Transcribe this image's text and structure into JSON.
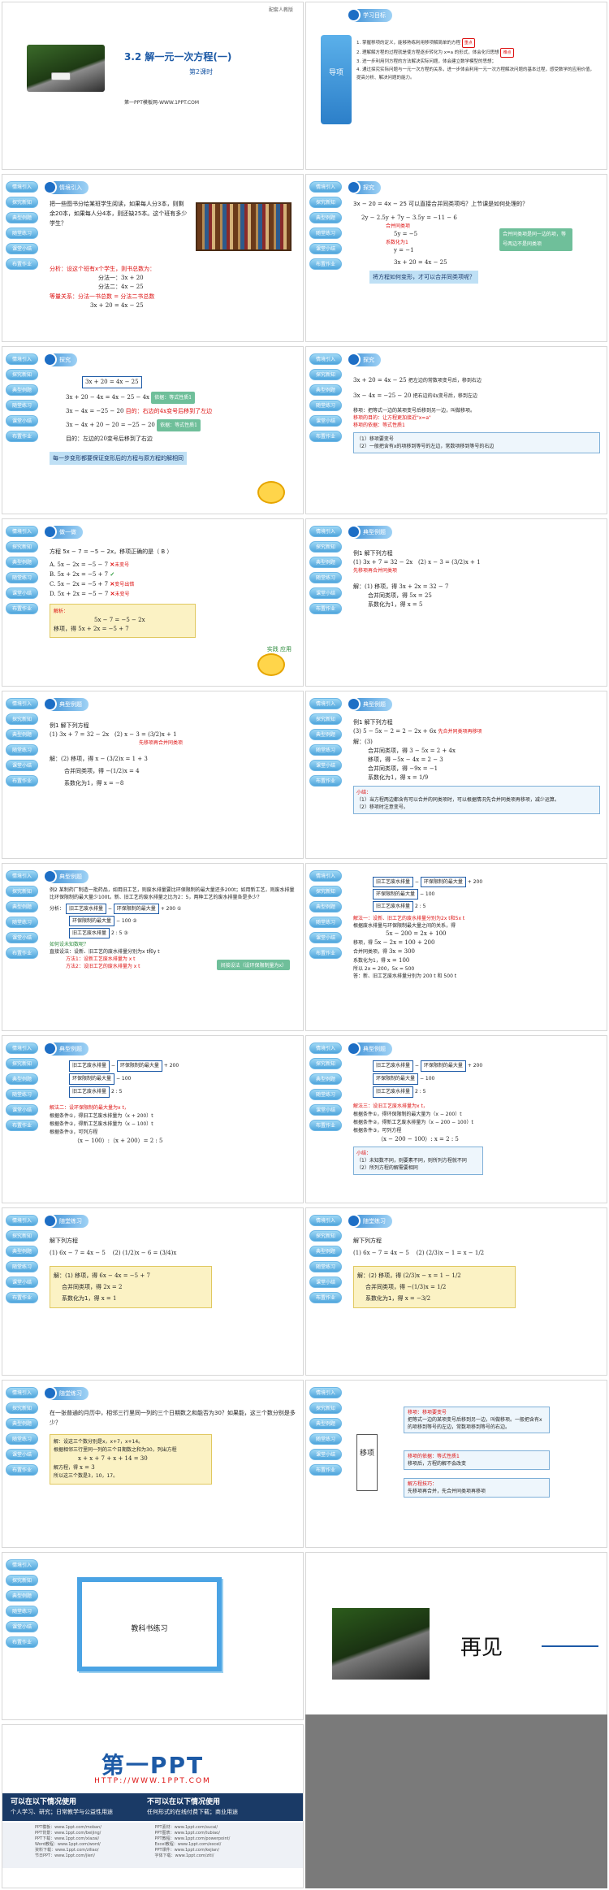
{
  "slide1": {
    "tag": "配套人教版",
    "title": "3.2 解一元一次方程(一)",
    "subtitle": "第2课时",
    "url": "第一PPT模板网-WWW.1PPT.COM"
  },
  "slide2": {
    "section": "学习目标",
    "label": "导项",
    "goals": [
      "1. 掌握移项的定义，能够熟练利用移项解简单的方程",
      "2. 理解解方程的过程就是使方程逐步转化为 x=a 的形式，体会化归思想",
      "3. 进一步利用列方程的方法解决实际问题，体会建立数学模型的思想；",
      "4. 通过探究实际问题与一元一次方程的关系，进一步体会利用一元一次方程解决问题的基本过程，感受数学的应用价值，提高分析、解决问题的能力。"
    ],
    "badge1": "重点",
    "badge2": "难点"
  },
  "tabs": [
    "情境引入",
    "探究新知",
    "典型例题",
    "随堂练习",
    "课堂小结",
    "布置作业"
  ],
  "slide3": {
    "section": "情境引入",
    "text": "把一些图书分给某班学生阅读，如果每人分3本，则剩余20本，如果每人分4本，则还缺25本。这个班有多少学生？",
    "analysis": "分析：设这个班有x个学生，则书总数为：",
    "m1": "分法一：3x + 20",
    "m2": "分法二：4x − 25",
    "rel": "等量关系：分法一书总数 = 分法二书总数",
    "eq": "3x + 20 = 4x − 25"
  },
  "slide4": {
    "section": "探究",
    "q": "3x − 20 = 4x − 25 可以直接合并同类项吗？上节课是如何处理的？",
    "l1": "2y − 2.5y + 7y − 3.5y = −11 − 6",
    "l2": "合并同类项",
    "l3": "5y = −5",
    "l4": "系数化为1",
    "l5": "y = −1",
    "note": "合并同类项是同一边的项，等号两边不是同类项",
    "l6": "3x + 20 = 4x − 25",
    "ask": "将方程如何变形，才可以合并同类项呢？"
  },
  "slide5": {
    "section": "探究",
    "l1": "3x + 20 = 4x − 25",
    "l2": "3x + 20 − 4x = 4x − 25 − 4x",
    "t2": "依据：等式性质1",
    "l3": "3x − 4x = −25 − 20",
    "g1": "目的：右边的4x变号后移到了左边",
    "l4": "3x − 4x + 20 − 20 = −25 − 20",
    "t4": "依据：等式性质1",
    "g2": "目的：左边的20变号后移到了右边",
    "foot": "每一步变形都要保证变形后的方程与原方程的解相同"
  },
  "slide6": {
    "section": "探究",
    "a1": "3x + 20 = 4x − 25",
    "a2": "3x − 4x = −25 − 20",
    "c1": "把左边的常数项变号后，移到右边",
    "c2": "把右边的4x变号后，移到左边",
    "def": "移项：把等式一边的某项变号后移到另一边，叫做移项。",
    "purpose": "移项的目的：让方程更加接近\"x=a\"",
    "basis": "移项的依据：等式性质1",
    "n1": "（1）移项要变号",
    "n2": "（2）一般把含有x的项移到等号的左边，常数项移到等号的右边"
  },
  "slide7": {
    "section": "做一做",
    "q": "方程 5x − 7 = −5 − 2x，移项正确的是（ B ）",
    "A": "A. 5x − 2x = −5 − 7",
    "B": "B. 5x + 2x = −5 + 7",
    "C": "C. 5x − 2x = −5 + 7",
    "D": "D. 5x + 2x = −5 − 7",
    "mA": "未变号",
    "mC": "变号出错",
    "mD": "未变号",
    "analysis": "解析：",
    "e1": "5x − 7 = −5 − 2x",
    "e2": "5x + 2x = −5 + 7",
    "move": "移项，得",
    "sticker": "实践 应用"
  },
  "slide8": {
    "section": "典型例题",
    "q": "例1 解下列方程",
    "p1": "(1) 3x + 7 = 32 − 2x",
    "p2": "(2) x − 3 = (3/2)x + 1",
    "hint": "先移项再合并同类项",
    "sol": "解：(1) 移项，得 3x + 2x = 32 − 7",
    "c1": "合并同类项，得",
    "r1": "5x = 25",
    "c2": "系数化为1，得",
    "r2": "x = 5"
  },
  "slide9": {
    "section": "典型例题",
    "q": "例1 解下列方程",
    "p1": "(1) 3x + 7 = 32 − 2x",
    "p2": "(2) x − 3 = (3/2)x + 1",
    "hint": "先移项再合并同类项",
    "sol": "解：(2) 移项，得 x − (3/2)x = 1 + 3",
    "c1": "合并同类项，得",
    "r1": "−(1/2)x = 4",
    "c2": "系数化为1，得",
    "r2": "x = −8"
  },
  "slide10": {
    "section": "典型例题",
    "q": "例1 解下列方程",
    "p3": "(3) 5 − 5x − 2 = 2 − 2x + 6x",
    "hint": "先合并同类项再移项",
    "sol": "解：(3)",
    "c0": "合并同类项，得",
    "r0": "3 − 5x = 2 + 4x",
    "c1": "移项，得",
    "r1": "−5x − 4x = 2 − 3",
    "c2": "合并同类项，得",
    "r2": "−9x = −1",
    "c3": "系数化为1，得",
    "r3": "x = 1/9",
    "n0": "小结：",
    "n1": "（1）当方程两边都含有可以合并的同类项时，可以根据情况先合并同类项再移项，减少运算。",
    "n2": "（2）移项时注意变号。"
  },
  "slide11": {
    "section": "典型例题",
    "q": "例2 某制药厂制造一批药品，如用旧工艺，则废水排量要比环保限制的最大量还多200t；如用新工艺，则废水排量比环保限制的最大量少100t。新、旧工艺的废水排量之比为2：5，两种工艺的废水排量各是多少？",
    "a0": "分析：",
    "b1": "旧工艺废水排量",
    "b2": "环保限制的最大量",
    "r1": "+ 200",
    "r2": "− 100",
    "r3": "2 : 5",
    "n1": "①",
    "n2": "②",
    "n3": "③",
    "set": "如何设未知数呢？",
    "direct": "直接设法：设新、旧工艺的废水排量分别为x t和y t",
    "way1": "方法1：设新工艺废水排量为 x t",
    "way2": "方法2：设旧工艺的废水排量为 x t",
    "bubble": "间接设法（设环保限制量为x）"
  },
  "slide12": {
    "section": "典型例题",
    "solve": "解法一：设新、旧工艺的废水排量分别为2x t和5x t",
    "s1": "根据废水排量与环保限制最大量之间的关系，得",
    "s2": "5x − 200 = 2x + 100",
    "s3": "移项，得",
    "s4": "5x − 2x = 100 + 200",
    "s5": "合并同类项，得",
    "s6": "3x = 300",
    "s7": "系数化为1，得",
    "s8": "x = 100",
    "s9": "所以 2x = 200，5x = 500",
    "s10": "答：新、旧工艺废水排量分别为 200 t 和 500 t"
  },
  "slide13": {
    "section": "典型例题",
    "solve": "解法二：设环保限制的最大量为x t，",
    "s1": "根据条件①，得旧工艺废水排量为（x + 200）t",
    "s2": "根据条件②，得新工艺废水排量为（x − 100）t",
    "s3": "根据条件③，可列方程",
    "s4": "（x − 100）:（x + 200）= 2 : 5"
  },
  "slide14": {
    "section": "典型例题",
    "solve": "解法三：设旧工艺废水排量为x t，",
    "s1": "根据条件①，得环保限制的最大量为（x − 200）t",
    "s2": "根据条件②，得新工艺废水排量为（x − 200 − 100）t",
    "s3": "根据条件③，可列方程",
    "s4": "（x − 200 − 100）: x = 2 : 5",
    "n0": "小结：",
    "n1": "（1）未知数不同，则要素不同，则所列方程就不同",
    "n2": "（2）所列方程的解需要相同"
  },
  "slide15": {
    "section": "随堂练习",
    "q": "解下列方程",
    "p1": "(1) 6x − 7 = 4x − 5",
    "p2": "(2) (1/2)x − 6 = (3/4)x",
    "sol": "解：(1) 移项，得",
    "r0": "6x − 4x = −5 + 7",
    "c1": "合并同类项，得",
    "r1": "2x = 2",
    "c2": "系数化为1，得",
    "r2": "x = 1"
  },
  "slide16": {
    "section": "随堂练习",
    "q": "解下列方程",
    "p1": "(1) 6x − 7 = 4x − 5",
    "p2": "(2) (2/3)x − 1 = x − 1/2",
    "sol": "解：(2) 移项，得",
    "r0": "(2/3)x − x = 1 − 1/2",
    "c1": "合并同类项，得",
    "r1": "−(1/3)x = 1/2",
    "c2": "系数化为1，得",
    "r2": "x = −3/2"
  },
  "slide17": {
    "section": "随堂练习",
    "q": "在一张普通的月历中，相邻三行里同一列的三个日期数之和能否为30？如果能，这三个数分别是多少？",
    "s1": "解：设这三个数分别是x，x+7，x+14。",
    "s2": "根据相邻三行里同一列的三个日期数之和为30，列出方程",
    "s3": "x + x + 7 + x + 14 = 30",
    "s4": "解方程，得",
    "s5": "x = 3",
    "s6": "所以这三个数是3，10，17。"
  },
  "slide18": {
    "label": "移项",
    "n1t": "移项：移项要变号",
    "n1": "把等式一边的某项变号后移到另一边，叫做移项。一般把含有x的项移到等号的左边，常数项移到等号的右边。",
    "n2t": "移项的依据：等式性质1",
    "n2": "移项后，方程的解不会改变",
    "n3t": "解方程技巧：",
    "n3": "先移项再合并，先合并同类项再移项"
  },
  "slide19": {
    "board": "教科书练习"
  },
  "slide20": {
    "bye": "再见"
  },
  "footer": {
    "logo": "第一PPT",
    "url": "HTTP://WWW.1PPT.COM",
    "col1t": "可以在以下情况使用",
    "col1": "个人学习、研究；日常教学与公益性用途",
    "col2t": "不可以在以下情况使用",
    "col2": "任何形式的在线付费下载；商业用途",
    "links": [
      "PPT模板：www.1ppt.com/moban/",
      "PPT背景：www.1ppt.com/beijing/",
      "PPT下载：www.1ppt.com/xiazai/",
      "Word教程：www.1ppt.com/word/",
      "资料下载：www.1ppt.com/ziliao/",
      "节日PPT：www.1ppt.com/jieri/",
      "PPT素材：www.1ppt.com/sucai/",
      "PPT图表：www.1ppt.com/tubiao/",
      "PPT教程：www.1ppt.com/powerpoint/",
      "Excel教程：www.1ppt.com/excel/",
      "PPT课件：www.1ppt.com/kejian/",
      "字体下载：www.1ppt.com/ziti/"
    ]
  }
}
